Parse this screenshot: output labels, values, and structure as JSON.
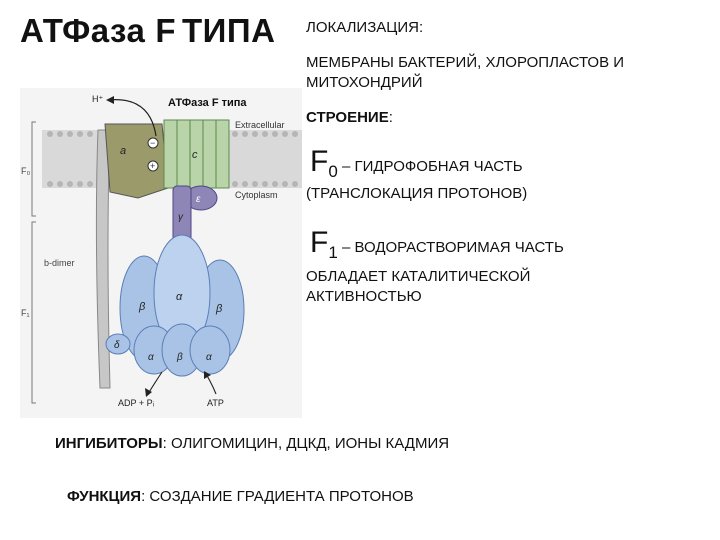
{
  "title": {
    "part1": "АТФаза",
    "part2": "F",
    "part3": "ТИПА"
  },
  "localization": {
    "heading": "ЛОКАЛИЗАЦИЯ",
    "colon": ":",
    "line1": "МЕМБРАНЫ БАКТЕРИЙ, ХЛОРОПЛАСТОВ И",
    "line2": "МИТОХОНДРИЙ"
  },
  "structure": {
    "heading": "СТРОЕНИЕ",
    "colon": ":",
    "f0_letter": "F",
    "f0_sub": "0",
    "f0_text": " – ГИДРОФОБНАЯ ЧАСТЬ",
    "f0_note": "(ТРАНСЛОКАЦИЯ ПРОТОНОВ)",
    "f1_letter": "F",
    "f1_sub": "1",
    "f1_text": " – ВОДОРАСТВОРИМАЯ ЧАСТЬ",
    "f1_note1": "ОБЛАДАЕТ КАТАЛИТИЧЕСКОЙ",
    "f1_note2": "АКТИВНОСТЬЮ"
  },
  "inhibitors": {
    "heading": "ИНГИБИТОРЫ",
    "rest": ": ОЛИГОМИЦИН, ДЦКД, ИОНЫ КАДМИЯ"
  },
  "function": {
    "heading": "ФУНКЦИЯ",
    "rest": ": СОЗДАНИЕ ГРАДИЕНТА ПРОТОНОВ"
  },
  "figure": {
    "title": "АТФаза F типа",
    "h_plus": "H⁺",
    "extracellular": "Extracellular",
    "cytoplasm": "Cytoplasm",
    "f0": "F₀",
    "f1": "F₁",
    "b_dimer": "b-dimer",
    "sub_a": "a",
    "sub_c": "c",
    "sub_epsilon": "ε",
    "sub_gamma": "γ",
    "sub_alpha": "α",
    "sub_beta": "β",
    "sub_delta": "δ",
    "adp": "ADP + Pᵢ",
    "atp": "ATP",
    "colors": {
      "membrane": "#d9d9d9",
      "a_subunit": "#9a9a6a",
      "c_ring": "#b8d4a8",
      "stalk": "#8f86b8",
      "hexamer": "#a9c3e6",
      "hexamer_edge": "#5a7fb5",
      "b_stalk": "#c7c7c7"
    }
  }
}
